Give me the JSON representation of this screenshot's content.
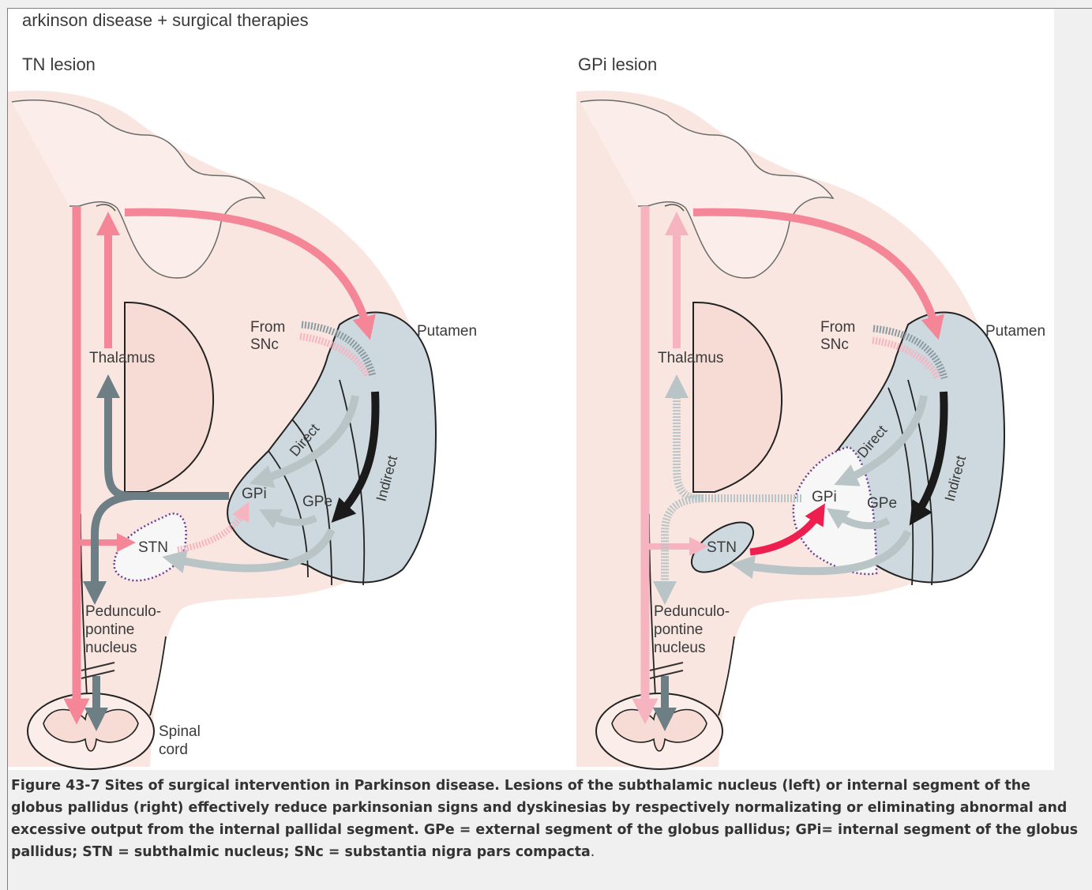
{
  "figure": {
    "header": "arkinson disease + surgical therapies",
    "left_panel": {
      "title": "TN lesion",
      "labels": {
        "from_line1": "From",
        "from_line2": "SNc",
        "putamen": "Putamen",
        "thalamus": "Thalamus",
        "direct": "Direct",
        "indirect": "Indirect",
        "gpi": "GPi",
        "gpe": "GPe",
        "stn": "STN",
        "ppn_line1": "Pedunculo-",
        "ppn_line2": "pontine",
        "ppn_line3": "nucleus",
        "spinal_line1": "Spinal",
        "spinal_line2": "cord"
      }
    },
    "right_panel": {
      "title": "GPi lesion",
      "labels": {
        "from_line1": "From",
        "from_line2": "SNc",
        "putamen": "Putamen",
        "thalamus": "Thalamus",
        "direct": "Direct",
        "indirect": "Indirect",
        "gpi": "GPi",
        "gpe": "GPe",
        "stn": "STN",
        "ppn_line1": "Pedunculo-",
        "ppn_line2": "pontine",
        "ppn_line3": "nucleus"
      }
    },
    "colors": {
      "tissue": "#f9e6e0",
      "basal_ganglia": "#cdd9de",
      "excitatory_arrow": "#f48698",
      "faded_arrow": "#f6b4c0",
      "inhibitory_arrow": "#6d7e84",
      "pale_arrow": "#b9c4c6",
      "indirect_arrow": "#1a1a1a",
      "stn_to_gpi_arrow": "#ee1f4f",
      "lesion_outline": "#6a3d91"
    }
  },
  "caption": {
    "bold_text": "Figure 43-7 Sites of surgical intervention in Parkinson disease. Lesions of the subthalamic nucleus (left) or internal segment of the globus pallidus (right) effectively reduce parkinsonian signs and dyskinesias by respectively normalizating or eliminating abnormal and excessive output from the internal pallidal segment. GPe = external segment of the globus pallidus; GPi= internal segment of the globus pallidus; STN = subthalmic nucleus; SNc = substantia nigra pars compacta",
    "tail": "."
  }
}
